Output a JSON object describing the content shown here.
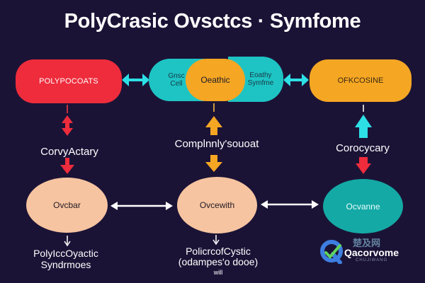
{
  "title": "PolyCrasic Ovsctcs · Symfome",
  "nodes": {
    "top_left": "POLYPOCOATS",
    "top_center_left_line1": "Gnsc",
    "top_center_left_line2": "Cell",
    "top_center_middle": "Oeathic",
    "top_center_right_line1": "Eoathy",
    "top_center_right_line2": "Symfme",
    "top_right": "OFKCOSINE",
    "mid_left": "CorvyActary",
    "mid_center": "Complnnly'souoat",
    "mid_right": "Corocycary",
    "oval_left": "Ovcbar",
    "oval_middle": "Ovcewith",
    "oval_right": "Ocvanne",
    "bottom_left_line1": "PolyIccOyactic",
    "bottom_left_line2": "Syndrmoes",
    "bottom_center_line1": "PolicrcofCystic",
    "bottom_center_line2": "(odampes'o dooe)",
    "bottom_center_line3": "will"
  },
  "watermark": {
    "text": "Qacorvome",
    "chinese": "楚及网",
    "small": "CHUJIWANG"
  },
  "colors": {
    "background": "#1b1336",
    "red": "#ee2c3c",
    "orange": "#f5a623",
    "teal": "#1ec4c4",
    "peach": "#f6c4a0",
    "dark_teal": "#14a9a5",
    "arrow_cyan": "#2de0e6",
    "arrow_white": "#ffffff"
  }
}
